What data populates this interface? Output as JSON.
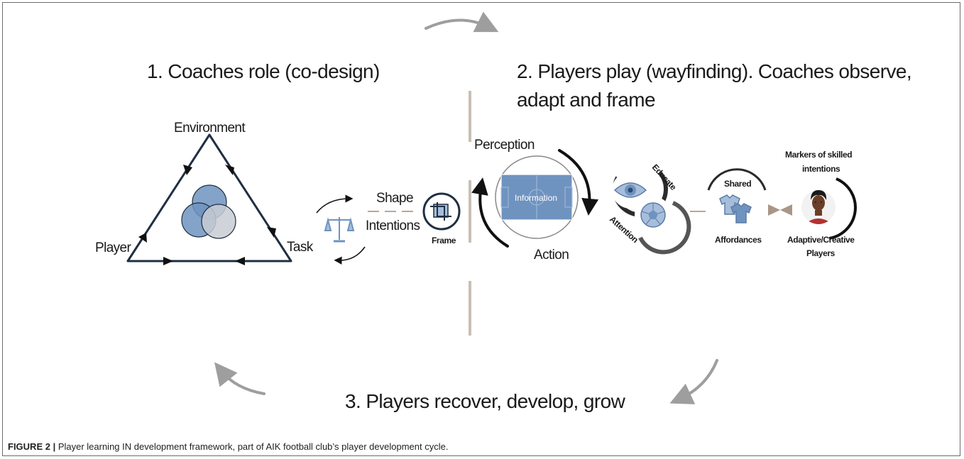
{
  "headings": {
    "coaches_role": "1. Coaches role (co-design)",
    "players_play_line1": "2. Players play (wayfinding). Coaches observe,",
    "players_play_line2": "adapt and frame",
    "players_recover": "3. Players recover, develop, grow"
  },
  "triangle": {
    "top": "Environment",
    "left": "Player",
    "right": "Task"
  },
  "shape_block": {
    "shape": "Shape",
    "intentions": "Intentions",
    "frame": "Frame"
  },
  "cycle": {
    "perception": "Perception",
    "action": "Action",
    "information": "Information"
  },
  "attention_block": {
    "educate": "Educate",
    "attention": "Attention"
  },
  "affordances_block": {
    "shared": "Shared",
    "affordances": "Affordances"
  },
  "players_block": {
    "markers_line1": "Markers of skilled",
    "markers_line2": "intentions",
    "adaptive_line1": "Adaptive/Creative",
    "adaptive_line2": "Players"
  },
  "caption": {
    "label": "FIGURE 2 |",
    "text": " Player learning IN development framework, part of AIK football club’s player development cycle."
  },
  "colors": {
    "triangle_stroke": "#1f2f42",
    "circle_blue": "#6f93bf",
    "circle_grey": "#c8ccd3",
    "pitch_blue": "#6f93bf",
    "divider": "#c9bfb6",
    "cycle_arrow": "#9e9e9e"
  }
}
